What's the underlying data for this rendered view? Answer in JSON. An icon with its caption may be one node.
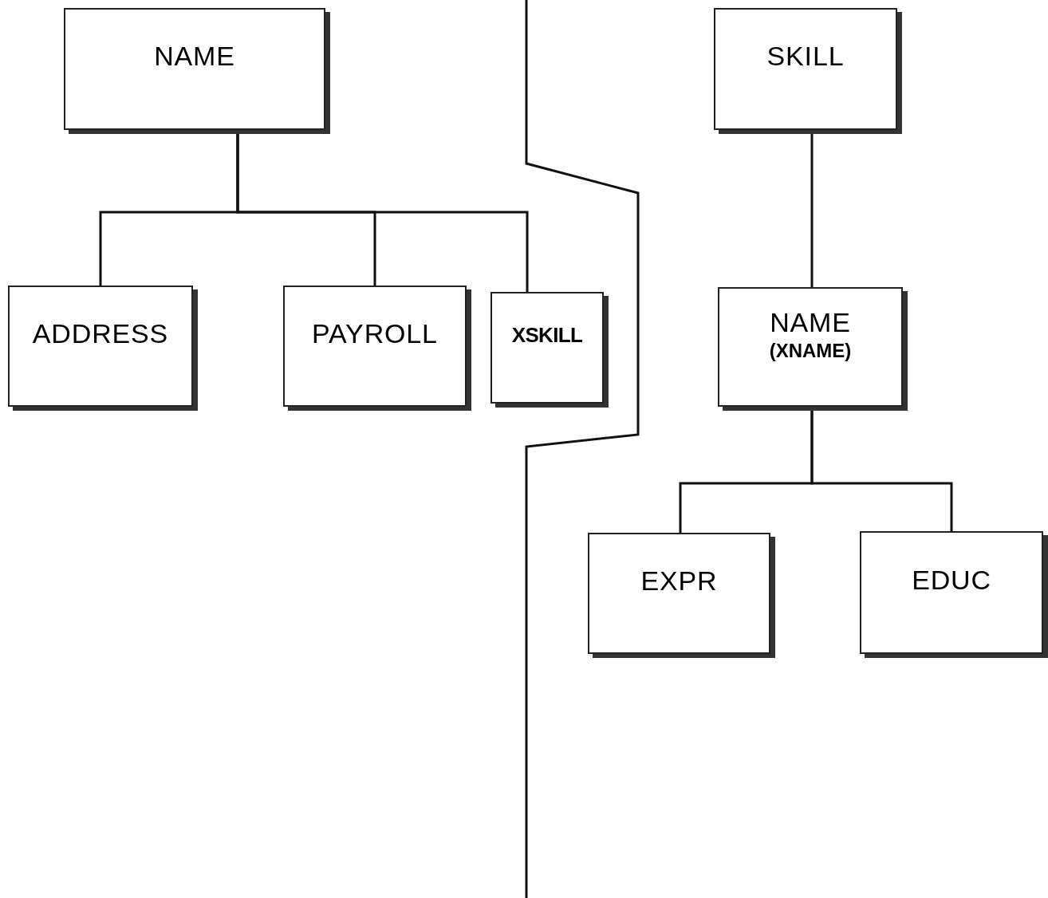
{
  "diagram": {
    "nodes": [
      {
        "text": [
          "NAME"
        ]
      },
      {
        "text": [
          "ADDRESS"
        ]
      },
      {
        "text": [
          "PAYROLL"
        ]
      },
      {
        "text": [
          "XSKILL"
        ]
      },
      {
        "text": [
          "SKILL"
        ]
      },
      {
        "text": [
          "NAME",
          "(XNAME)"
        ]
      },
      {
        "text": [
          "EXPR"
        ]
      },
      {
        "text": [
          "EDUC"
        ]
      }
    ],
    "edges": [
      {
        "from": 0,
        "to": 1,
        "arrow": "none"
      },
      {
        "from": 0,
        "to": 2,
        "arrow": "none"
      },
      {
        "from": 0,
        "to": 3,
        "arrow": "none"
      },
      {
        "from": 4,
        "to": 5,
        "arrow": "none"
      },
      {
        "from": 5,
        "to": 6,
        "arrow": "none"
      },
      {
        "from": 5,
        "to": 7,
        "arrow": "none"
      }
    ]
  }
}
